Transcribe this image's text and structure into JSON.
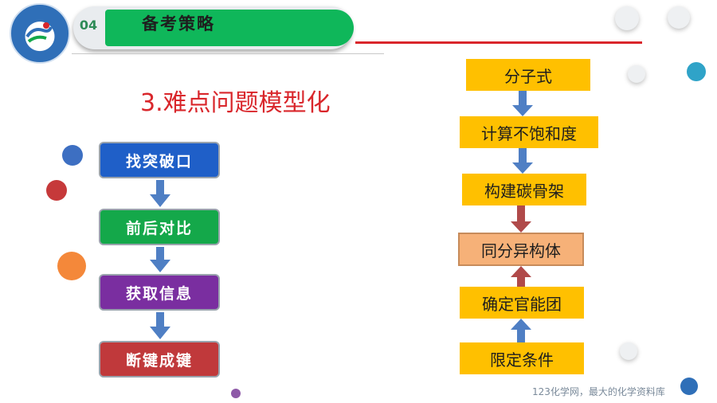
{
  "header": {
    "section_number": "04",
    "title": "备考策略"
  },
  "main": {
    "title": "3.难点问题模型化"
  },
  "left_flow": {
    "steps": [
      {
        "label": "找突破口",
        "color": "#1f5fc8"
      },
      {
        "label": "前后对比",
        "color": "#14a84a"
      },
      {
        "label": "获取信息",
        "color": "#7a2ea0"
      },
      {
        "label": "断键成键",
        "color": "#c0393b"
      }
    ]
  },
  "right_flow": {
    "steps": [
      {
        "label": "分子式",
        "color": "#ffc000"
      },
      {
        "label": "计算不饱和度",
        "color": "#ffc000"
      },
      {
        "label": "构建碳骨架",
        "color": "#ffc000"
      },
      {
        "label": "同分异构体",
        "color": "#f6b178"
      },
      {
        "label": "确定官能团",
        "color": "#ffc000"
      },
      {
        "label": "限定条件",
        "color": "#ffc000"
      }
    ]
  },
  "footer": {
    "watermark": "123化学网，最大的化学资料库"
  }
}
